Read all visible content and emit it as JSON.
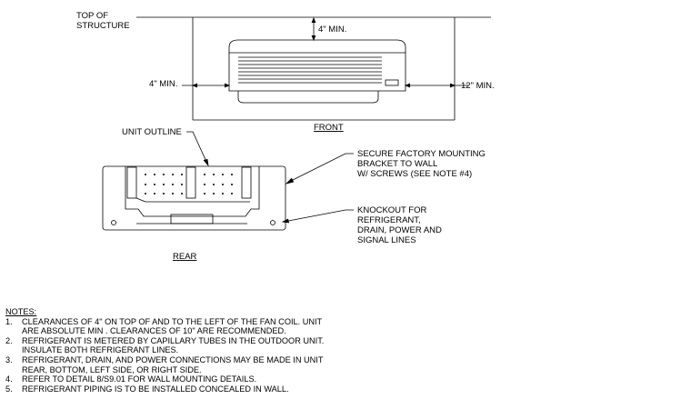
{
  "front": {
    "top_of_structure_line1": "TOP OF",
    "top_of_structure_line2": "STRUCTURE",
    "top_clearance": "4\" MIN.",
    "left_clearance": "4\" MIN.",
    "right_clearance": "12\" MIN.",
    "caption": "FRONT"
  },
  "rear": {
    "unit_outline": "UNIT OUTLINE",
    "bracket_note_line1": "SECURE FACTORY MOUNTING",
    "bracket_note_line2": "BRACKET TO WALL",
    "bracket_note_line3": "W/ SCREWS (SEE NOTE #4)",
    "knockout_line1": "KNOCKOUT FOR",
    "knockout_line2": "REFRIGERANT,",
    "knockout_line3": "DRAIN, POWER AND",
    "knockout_line4": "SIGNAL LINES",
    "caption": "REAR"
  },
  "notes": {
    "title": "NOTES:",
    "items": [
      {
        "num": "1.",
        "line1": "CLEARANCES OF 4\" ON TOP OF AND TO THE LEFT OF THE FAN COIL. UNIT",
        "line2": "ARE ABSOLUTE MIN . CLEARANCES OF 10\" ARE RECOMMENDED."
      },
      {
        "num": "2.",
        "line1": "REFRIGERANT IS METERED BY CAPILLARY TUBES IN THE OUTDOOR UNIT.",
        "line2": "INSULATE BOTH REFRIGERANT LINES."
      },
      {
        "num": "3.",
        "line1": "REFRIGERANT, DRAIN, AND POWER CONNECTIONS MAY BE MADE IN UNIT",
        "line2": "REAR, BOTTOM, LEFT SIDE, OR RIGHT SIDE."
      },
      {
        "num": "4.",
        "line1": "REFER TO DETAIL 8/S9.01 FOR WALL MOUNTING DETAILS.",
        "line2": ""
      },
      {
        "num": "5.",
        "line1": "REFRIGERANT PIPING IS TO BE INSTALLED CONCEALED IN WALL.",
        "line2": ""
      }
    ]
  }
}
